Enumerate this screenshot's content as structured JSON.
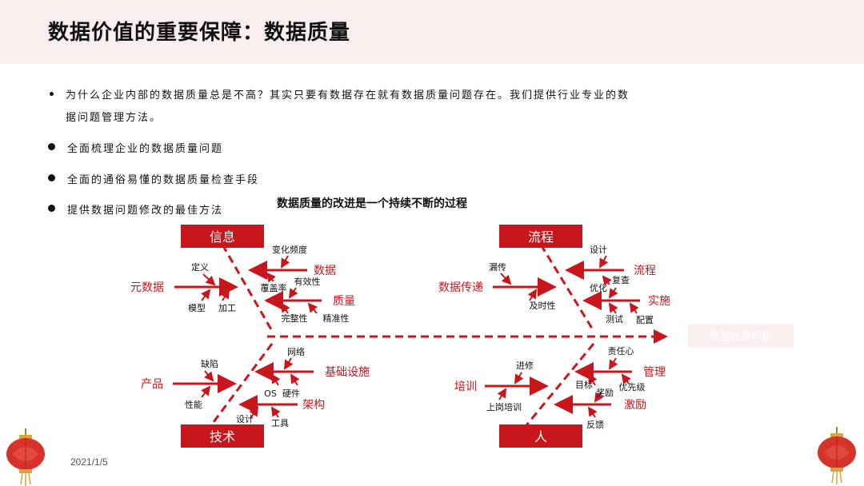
{
  "title": "数据价值的重要保障：数据质量",
  "intro": {
    "line1": "为什么企业内部的数据质量总是不高？其实只要有数据存在就有数据质量问题存在。我们提供行业专业的数",
    "line2": "据问题管理方法。"
  },
  "bullets": [
    "全面梳理企业的数据质量问题",
    "全面的通俗易懂的数据质量检查手段",
    "提供数据问题修改的最佳方法"
  ],
  "diagram": {
    "title": "数据质量的改进是一个持续不断的过程",
    "head": "数据质量问题",
    "categories": {
      "info": "信息",
      "process": "流程",
      "tech": "技术",
      "people": "人"
    },
    "labels": {
      "metadata": "元数据",
      "definition": "定义",
      "model": "模型",
      "processing": "加工",
      "data": "数据",
      "change_freq": "变化频度",
      "coverage": "覆盖率",
      "validity": "有效性",
      "quality": "质量",
      "completeness": "完整性",
      "accuracy": "精准性",
      "data_transfer": "数据传递",
      "missing": "漏传",
      "timeliness": "及时性",
      "design1": "设计",
      "process_sub": "流程",
      "optimize": "优化",
      "review": "复查",
      "implement": "实施",
      "test": "测试",
      "config": "配置",
      "product": "产品",
      "defect": "缺陷",
      "performance": "性能",
      "infra": "基础设施",
      "network": "网络",
      "os": "OS",
      "hardware": "硬件",
      "architecture": "架构",
      "design2": "设计",
      "tools": "工具",
      "training": "培训",
      "advanced": "进修",
      "onboarding": "上岗培训",
      "management": "管理",
      "responsibility": "责任心",
      "goal": "目标",
      "reward": "奖励",
      "priority": "优先级",
      "incentive": "激励",
      "feedback": "反馈"
    },
    "colors": {
      "accent": "#c8161d",
      "arrow": "#c8161d"
    }
  },
  "date": "2021/1/5"
}
